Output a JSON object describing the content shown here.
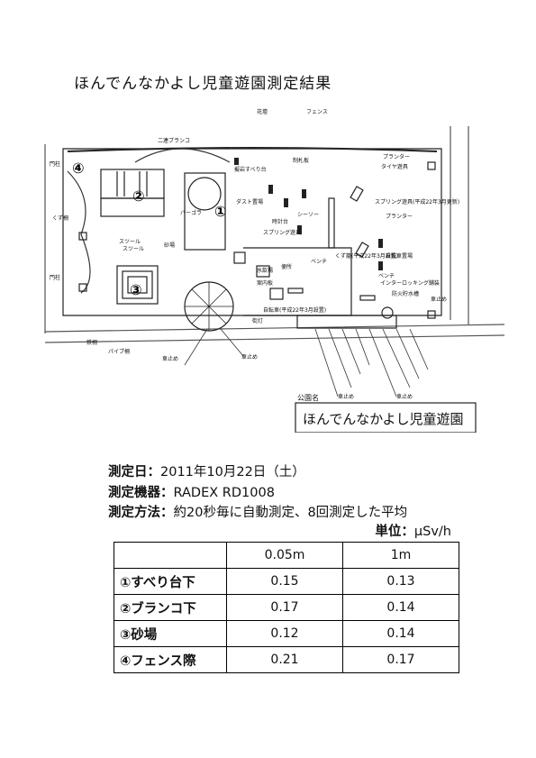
{
  "title": "ほんでんなかよし児童遊園測定結果",
  "plan": {
    "labels": {
      "kadan": "花壇",
      "fence": "フェンス",
      "nirenburanko": "二連ブランコ",
      "monchu_top": "門柱",
      "sekibanfukusuberidai": "擬岩すべり台",
      "seiryoban": "制札板",
      "planter_top": "プランター",
      "taiya_yugu": "タイヤ遊具",
      "spring_top": "スプリング遊具(平成22年3月更新)",
      "dust_box": "ダスト置場",
      "baagora": "パーゴラ",
      "kugisaku": "くず柵",
      "sumtaikou": "時計台",
      "spring_mid": "スプリング遊具",
      "seesaw": "シーソー",
      "planter_mid": "プランター",
      "stool1": "スツール",
      "stool2": "スツール",
      "sunaba": "砂場",
      "bench1": "ベンチ",
      "kuzuseki": "くず籠(平成22年3月設置)",
      "jitensha": "自転車置場",
      "bench2": "ベンチ",
      "interlocking": "インターロッキング舗装",
      "bouhan": "防火貯水槽",
      "suidou": "水飲場",
      "sinsuiban": "案内板",
      "seiso": "便所",
      "monchu_bottom": "門柱",
      "kusu": "街灯",
      "bicycle_note": "自転車(平成22年3月設置)",
      "kouka": "鉄柵",
      "pipe_saku": "パイプ柵",
      "kuruma": "車止め",
      "park_name_label": "公園名",
      "park_name": "ほんでんなかよし児童遊園"
    },
    "markers": [
      "①",
      "②",
      "③",
      "④"
    ]
  },
  "info": {
    "date_label": "測定日：",
    "date_value": "2011年10月22日（土）",
    "device_label": "測定機器：",
    "device_value": "RADEX RD1008",
    "method_label": "測定方法：",
    "method_value": "約20秒毎に自動測定、8回測定した平均",
    "unit_label": "単位：",
    "unit_value": "μSv/h"
  },
  "table": {
    "headers": [
      "",
      "0.05m",
      "1m"
    ],
    "rows": [
      {
        "label": "①すべり台下",
        "v1": "0.15",
        "v2": "0.13"
      },
      {
        "label": "②ブランコ下",
        "v1": "0.17",
        "v2": "0.14"
      },
      {
        "label": "③砂場",
        "v1": "0.12",
        "v2": "0.14"
      },
      {
        "label": "④フェンス際",
        "v1": "0.21",
        "v2": "0.17"
      }
    ]
  }
}
